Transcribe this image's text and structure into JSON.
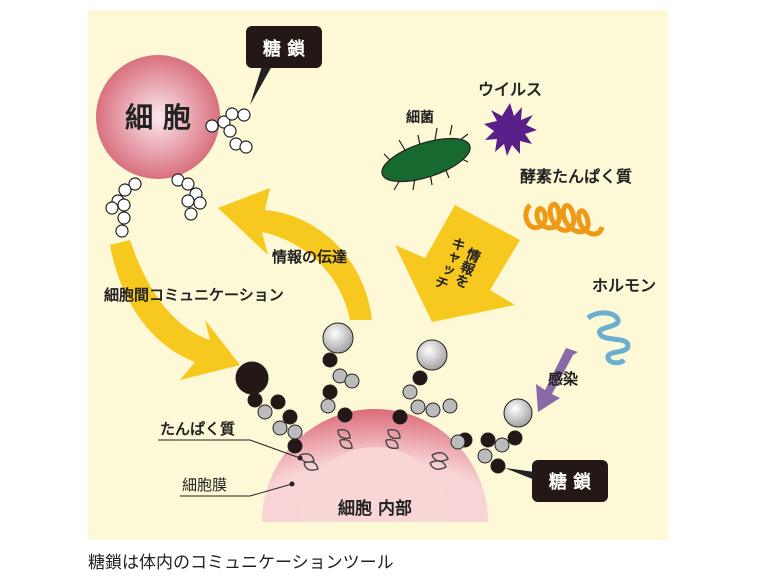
{
  "labels": {
    "cell": "細 胞",
    "sugar_chain_top": "糖 鎖",
    "bacteria": "細菌",
    "virus": "ウイルス",
    "enzyme": "酵素たんぱく質",
    "hormone": "ホルモン",
    "transmission": "情報の伝達",
    "intercell": "細胞間コミュニケーション",
    "catch_1": "情報を",
    "catch_2": "キャッチ",
    "infection": "感染",
    "protein": "たんぱく質",
    "membrane": "細胞膜",
    "interior": "細胞 内部",
    "sugar_chain_bottom": "糖 鎖"
  },
  "caption": "糖鎖は体内のコミュニケーションツール",
  "colors": {
    "background": "#fdf8d6",
    "arrow": "#f7c81e",
    "cell": "#dc7f8f",
    "bacteria": "#17692f",
    "virus": "#5b1f8a",
    "enzyme": "#ef9a16",
    "hormone": "#6aaed0",
    "infection": "#8a6aa6"
  }
}
